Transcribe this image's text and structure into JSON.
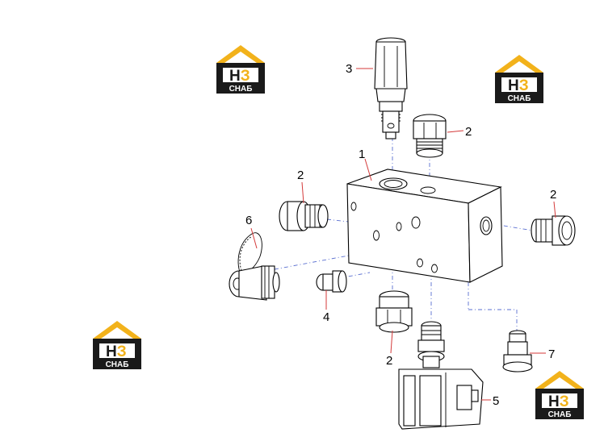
{
  "watermark": {
    "mark": "НЗ",
    "caption": "СНАБ",
    "colors": {
      "roof": "#f2b21b",
      "body": "#1a1a1a",
      "mark_h": "#1a1a1a",
      "mark_z": "#f2b21b"
    }
  },
  "callouts": {
    "c1": "1",
    "c2a": "2",
    "c2b": "2",
    "c2c": "2",
    "c2d": "2",
    "c3": "3",
    "c4": "4",
    "c5": "5",
    "c6": "6",
    "c7": "7"
  },
  "colors": {
    "leader": "#d43a3a",
    "axis": "#5a6fd0",
    "line": "#000000"
  }
}
